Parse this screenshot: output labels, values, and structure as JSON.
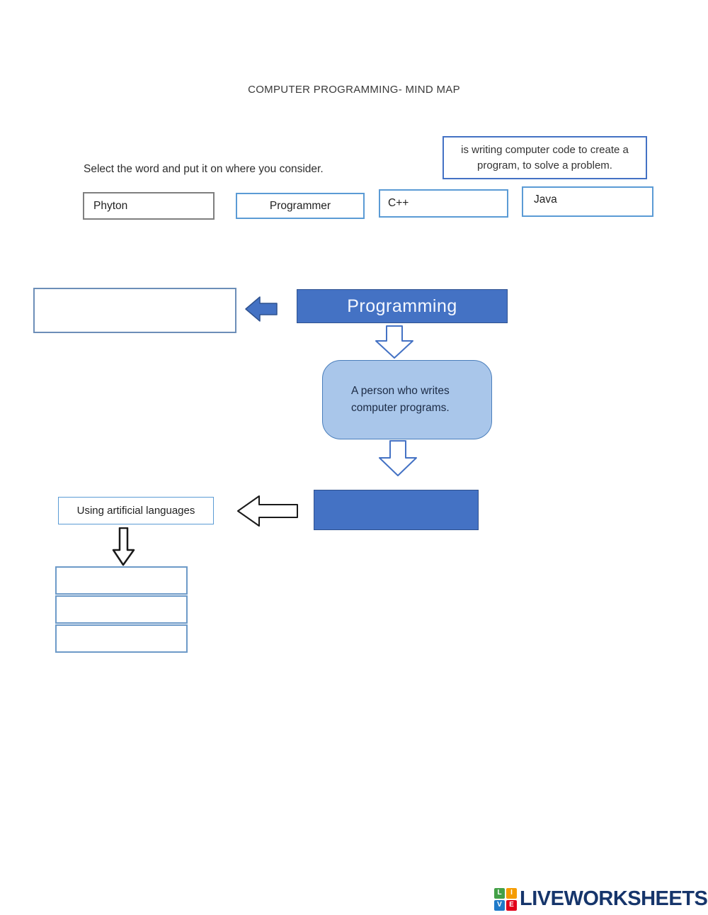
{
  "page": {
    "title": "COMPUTER PROGRAMMING- MIND MAP",
    "instruction": "Select the word and put it on where you consider."
  },
  "definition_box": {
    "text": "is writing computer code to create a program, to solve a problem."
  },
  "word_bank": {
    "items": [
      {
        "label": "Phyton"
      },
      {
        "label": "Programmer"
      },
      {
        "label": "C++"
      },
      {
        "label": "Java"
      }
    ]
  },
  "mindmap": {
    "root_label": "Programming",
    "person_definition": "A person who writes computer programs.",
    "languages_label": "Using artificial languages"
  },
  "colors": {
    "accent_blue": "#4472c4",
    "accent_blue_dark": "#2f528f",
    "light_blue_fill": "#a9c6ea",
    "box_border_blue": "#5b9bd5",
    "box_border_gray": "#7f7f7f",
    "brand_navy": "#16356b"
  },
  "footer": {
    "brand": "LIVEWORKSHEETS",
    "tiles": [
      {
        "letter": "L",
        "color": "#43a047"
      },
      {
        "letter": "I",
        "color": "#f59c00"
      },
      {
        "letter": "V",
        "color": "#1f7ac9"
      },
      {
        "letter": "E",
        "color": "#e2001a"
      }
    ]
  }
}
